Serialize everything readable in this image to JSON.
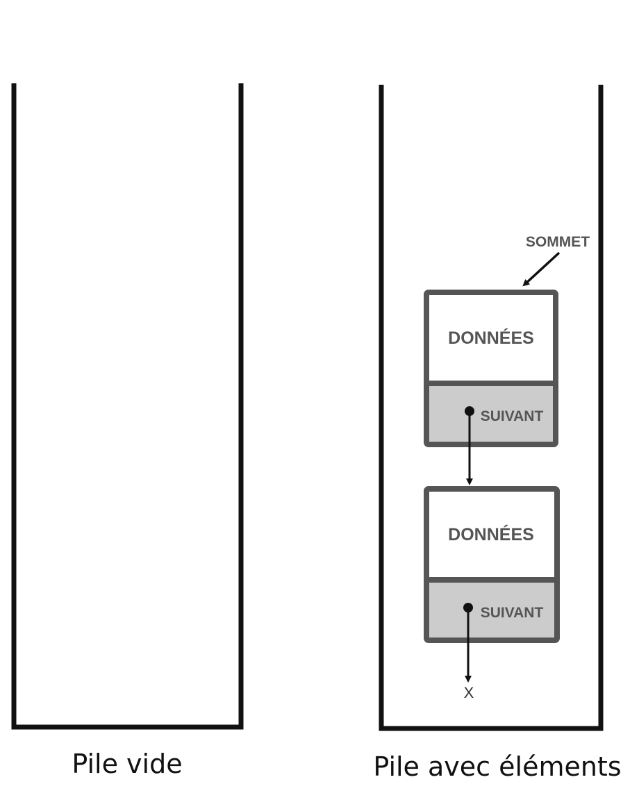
{
  "captions": {
    "empty_stack": "Pile vide",
    "filled_stack": "Pile avec éléments"
  },
  "top_pointer": {
    "label": "SOMMET"
  },
  "nodes": [
    {
      "data_label": "DONNÉES",
      "next_label": "SUIVANT"
    },
    {
      "data_label": "DONNÉES",
      "next_label": "SUIVANT"
    }
  ],
  "null_marker": "X",
  "colors": {
    "container": "#111111",
    "node_border": "#555555",
    "node_data_fill": "#ffffff",
    "node_next_fill": "#cccccc",
    "arrow": "#111111"
  }
}
